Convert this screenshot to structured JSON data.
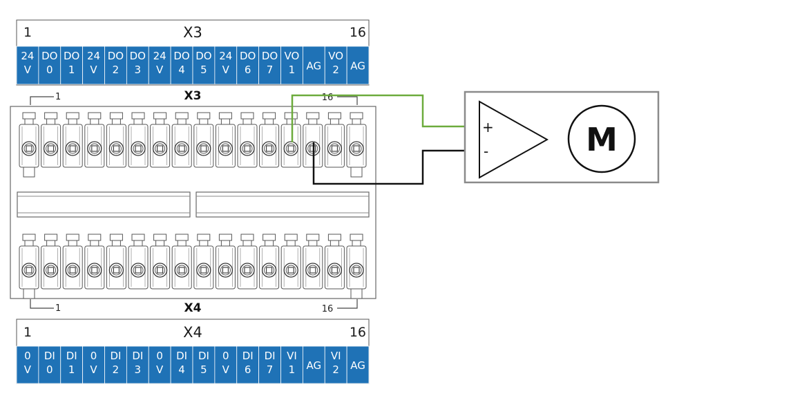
{
  "x3_table": {
    "left_num": "1",
    "name": "X3",
    "right_num": "16",
    "pins": [
      [
        "24",
        "V"
      ],
      [
        "DO",
        "0"
      ],
      [
        "DO",
        "1"
      ],
      [
        "24",
        "V"
      ],
      [
        "DO",
        "2"
      ],
      [
        "DO",
        "3"
      ],
      [
        "24",
        "V"
      ],
      [
        "DO",
        "4"
      ],
      [
        "DO",
        "5"
      ],
      [
        "24",
        "V"
      ],
      [
        "DO",
        "6"
      ],
      [
        "DO",
        "7"
      ],
      [
        "VO",
        "1"
      ],
      [
        "AG"
      ],
      [
        "VO",
        "2"
      ],
      [
        "AG"
      ]
    ]
  },
  "x4_table": {
    "left_num": "1",
    "name": "X4",
    "right_num": "16",
    "pins": [
      [
        "0",
        "V"
      ],
      [
        "DI",
        "0"
      ],
      [
        "DI",
        "1"
      ],
      [
        "0",
        "V"
      ],
      [
        "DI",
        "2"
      ],
      [
        "DI",
        "3"
      ],
      [
        "0",
        "V"
      ],
      [
        "DI",
        "4"
      ],
      [
        "DI",
        "5"
      ],
      [
        "0",
        "V"
      ],
      [
        "DI",
        "6"
      ],
      [
        "DI",
        "7"
      ],
      [
        "VI",
        "1"
      ],
      [
        "AG"
      ],
      [
        "VI",
        "2"
      ],
      [
        "AG"
      ]
    ]
  },
  "terminal_block": {
    "top_label": "X3",
    "top_first": "1",
    "top_last": "16",
    "bottom_label": "X4",
    "bottom_first": "1",
    "bottom_last": "16",
    "terminal_count": 16
  },
  "amplifier": {
    "plus": "+",
    "minus": "-",
    "motor_label": "M"
  },
  "colors": {
    "header_blue": "#1f72b6",
    "green_wire": "#6cab3c",
    "black_wire": "#111111",
    "box_gray": "#8a8a8a",
    "outline": "#666666"
  },
  "wiring": {
    "green_wire_from_pin": 13,
    "black_wire_from_pin": 14
  }
}
